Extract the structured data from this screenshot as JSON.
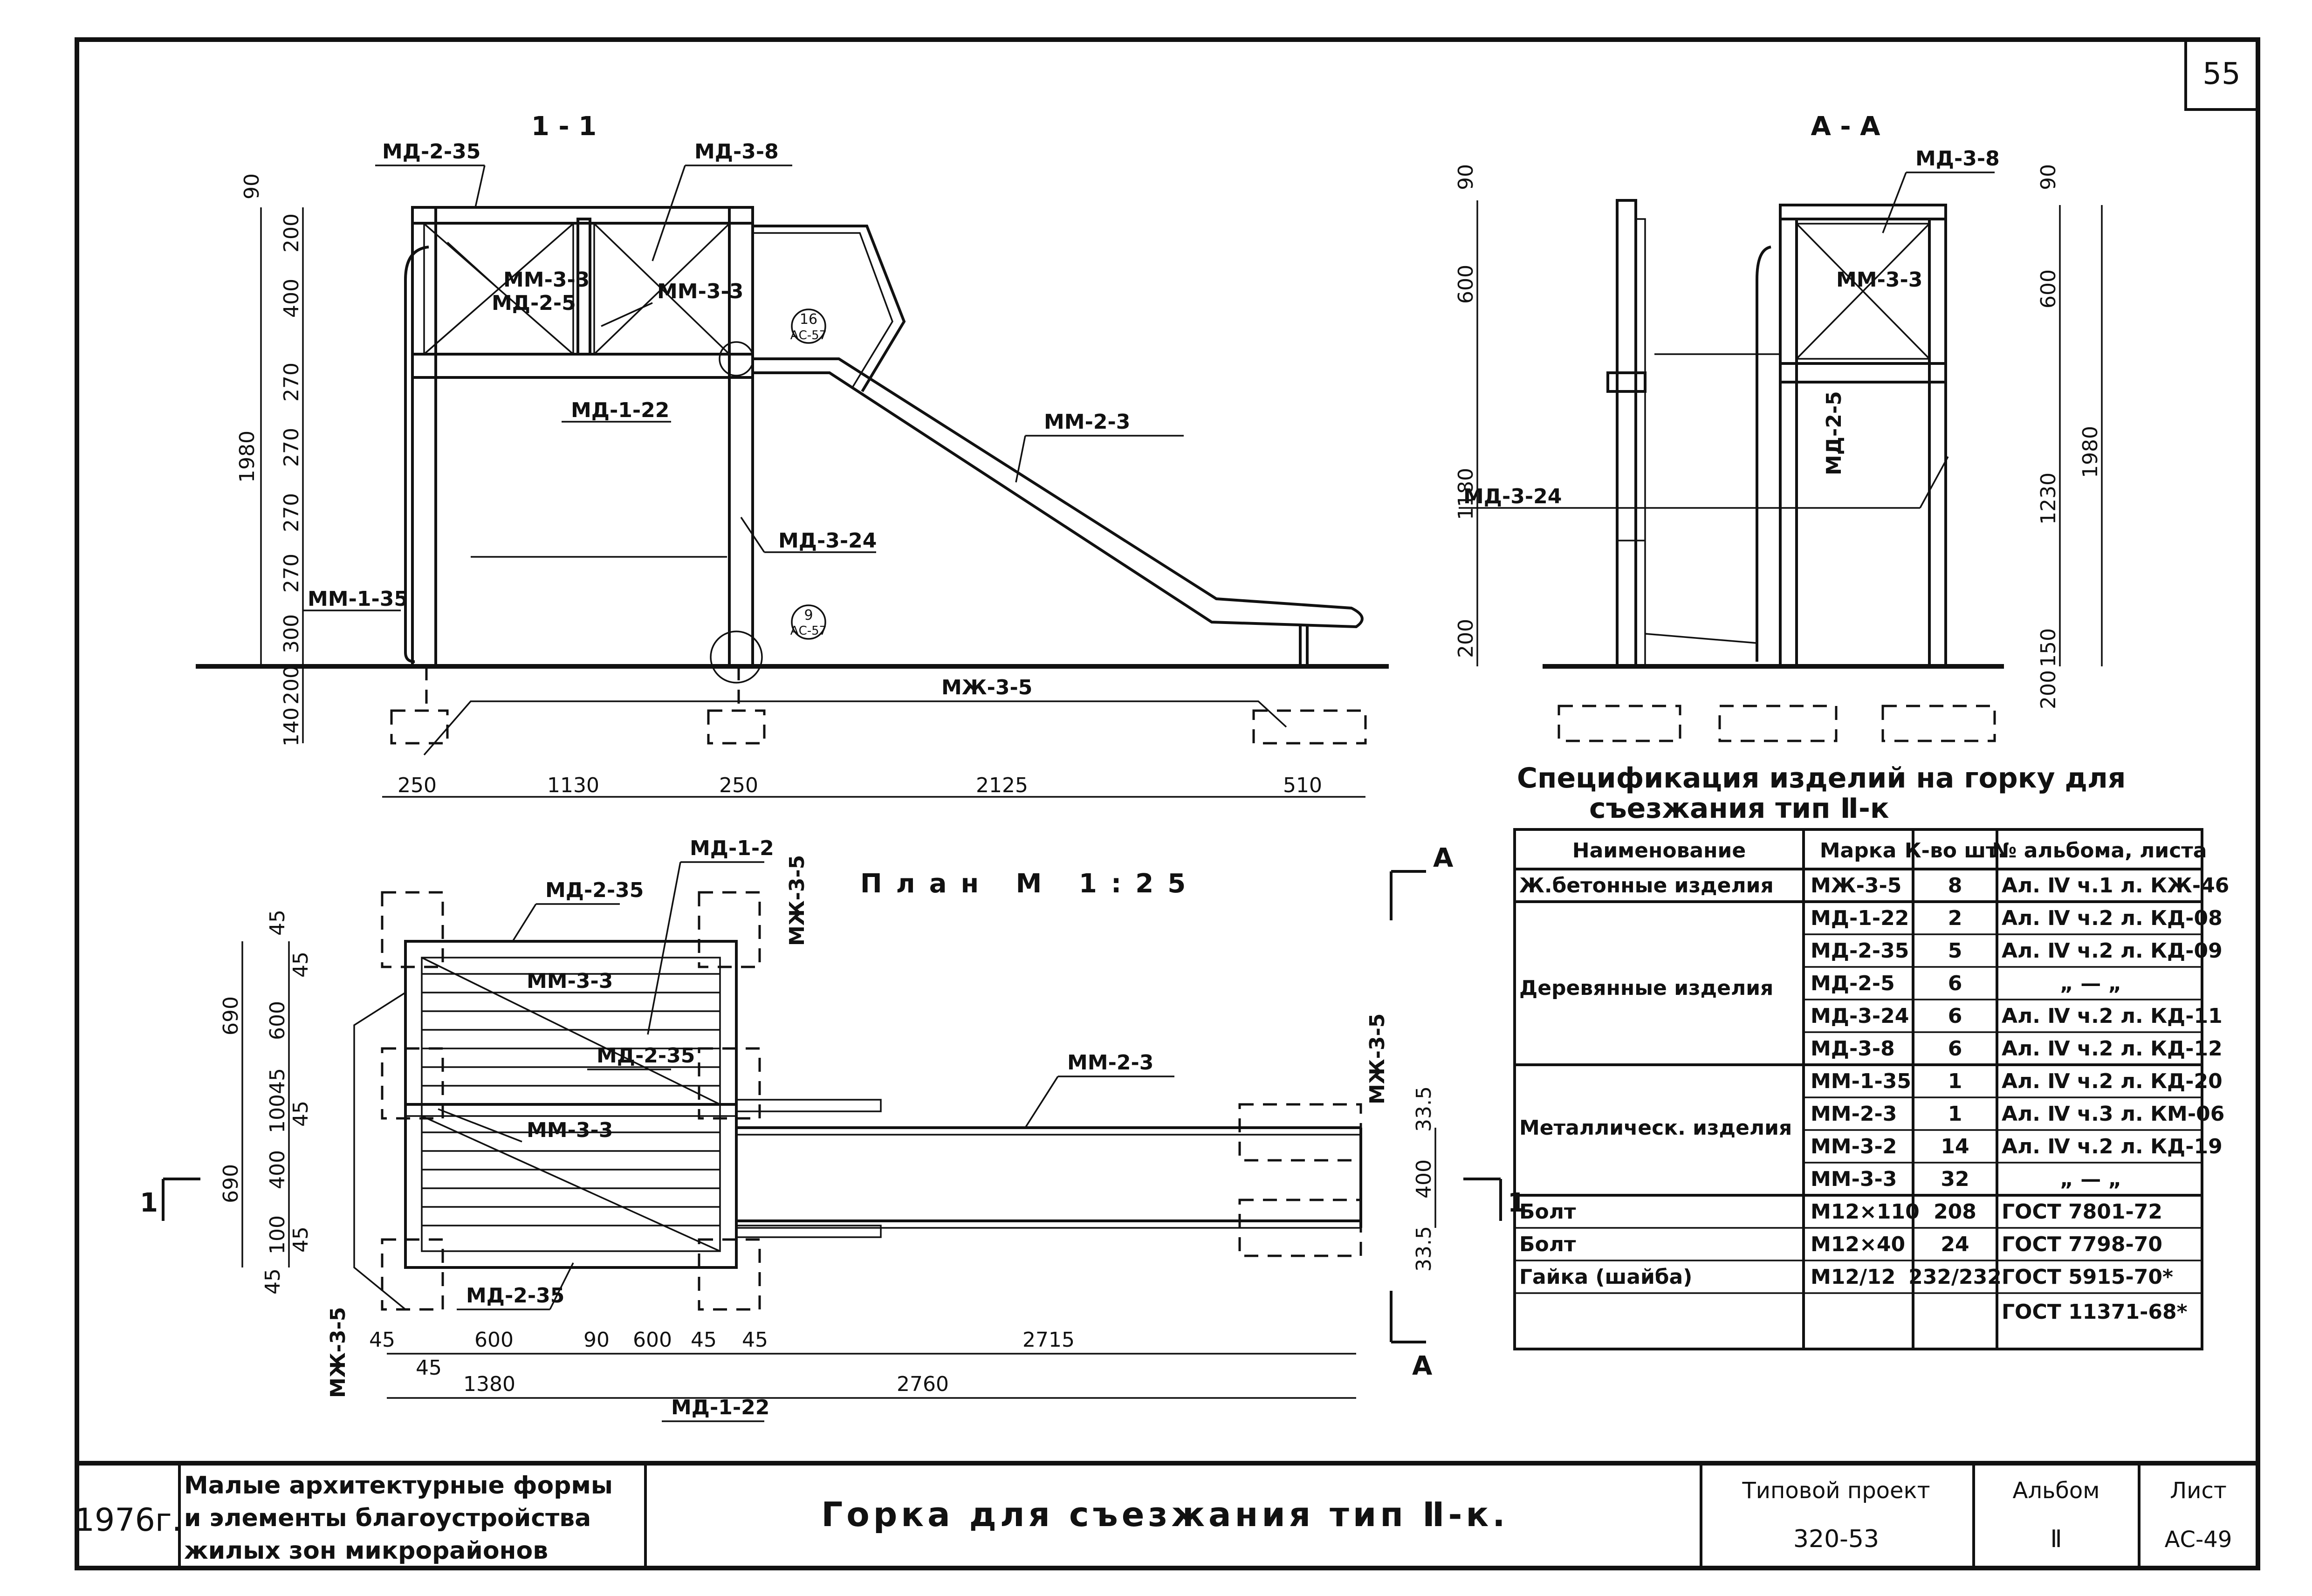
{
  "sheet": {
    "number": "55",
    "year": "1976г.",
    "series_title": [
      "Малые архитектурные формы",
      "и элементы благоустройства",
      "жилых зон микрорайонов"
    ],
    "drawing_title": "Горка для съезжания тип Ⅱ-к.",
    "project_label": "Типовой проект",
    "project_number": "320-53",
    "album_label": "Альбом",
    "album_value": "Ⅱ",
    "sheet_label": "Лист",
    "sheet_value": "АС-49"
  },
  "views": {
    "section_1_1": {
      "title": "1 - 1",
      "labels": [
        "МД-2-35",
        "МД-3-8",
        "ММ-3-3",
        "МД-2-5",
        "ММ-3-3",
        "МД-1-22",
        "ММ-2-3",
        "МД-3-24",
        "ММ-1-35",
        "МЖ-3-5"
      ],
      "callouts": [
        {
          "num": "16",
          "ref": "АС-57"
        },
        {
          "num": "9",
          "ref": "АС-57"
        }
      ],
      "vertical_dims": [
        "90",
        "200",
        "400",
        "270",
        "270",
        "270",
        "270",
        "300",
        "200",
        "140"
      ],
      "overall_height": "1980",
      "horizontal_dims": [
        "250",
        "1130",
        "250",
        "2125",
        "510"
      ]
    },
    "section_a_a": {
      "title": "А - А",
      "labels": [
        "МД-3-8",
        "ММ-3-3",
        "МД-2-5",
        "МД-3-24"
      ],
      "left_dims": [
        "90",
        "600",
        "1180",
        "200"
      ],
      "right_dims": [
        "90",
        "600",
        "1980",
        "1230",
        "150",
        "200"
      ]
    },
    "plan": {
      "title": "План М 1:25",
      "labels": [
        "МД-1-2",
        "МД-2-35",
        "ММ-3-3",
        "МД-2-35",
        "ММ-3-3",
        "ММ-2-3",
        "МЖ-3-5",
        "МЖ-3-5",
        "МЖ-3-5",
        "МД-2-35",
        "МД-1-22"
      ],
      "section_marks": {
        "a": "А",
        "one": "1"
      },
      "left_dims_top": [
        "45",
        "45",
        "600",
        "690",
        "45",
        "100",
        "45"
      ],
      "left_dims_bottom": [
        "690",
        "400",
        "100",
        "45",
        "45"
      ],
      "right_dims": [
        "33.5",
        "400",
        "33.5"
      ],
      "bottom_row1": [
        "45",
        "600",
        "45",
        "90",
        "600",
        "45",
        "45",
        "2715"
      ],
      "bottom_row2": [
        "1380",
        "2760"
      ]
    }
  },
  "spec": {
    "title": [
      "Спецификация изделий на горку для",
      "съезжания тип Ⅱ-к"
    ],
    "headers": [
      "Наименование",
      "Марка",
      "К-во шт.",
      "№ альбома, листа"
    ],
    "groups": [
      {
        "name": "Ж.бетонные изделия",
        "rows": [
          [
            "МЖ-3-5",
            "8",
            "Ал. Ⅳ ч.1 л. КЖ-46"
          ]
        ]
      },
      {
        "name": "Деревянные изделия",
        "rows": [
          [
            "МД-1-22",
            "2",
            "Ал. Ⅳ ч.2 л. КД-08"
          ],
          [
            "МД-2-35",
            "5",
            "Ал. Ⅳ ч.2 л. КД-09"
          ],
          [
            "МД-2-5",
            "6",
            "„ — „"
          ],
          [
            "МД-3-24",
            "6",
            "Ал. Ⅳ ч.2 л. КД-11"
          ],
          [
            "МД-3-8",
            "6",
            "Ал. Ⅳ ч.2 л. КД-12"
          ]
        ]
      },
      {
        "name": "Металлическ. изделия",
        "rows": [
          [
            "ММ-1-35",
            "1",
            "Ал. Ⅳ ч.2 л. КД-20"
          ],
          [
            "ММ-2-3",
            "1",
            "Ал. Ⅳ ч.3 л. КМ-06"
          ],
          [
            "ММ-3-2",
            "14",
            "Ал. Ⅳ ч.2 л. КД-19"
          ],
          [
            "ММ-3-3",
            "32",
            "„ — „"
          ]
        ]
      }
    ],
    "hardware": [
      [
        "Болт",
        "М12×110",
        "208",
        "ГОСТ 7801-72"
      ],
      [
        "Болт",
        "М12×40",
        "24",
        "ГОСТ 7798-70"
      ],
      [
        "Гайка (шайба)",
        "М12/12",
        "232/232",
        "ГОСТ 5915-70*"
      ]
    ],
    "hardware_extra": "ГОСТ 11371-68*"
  }
}
